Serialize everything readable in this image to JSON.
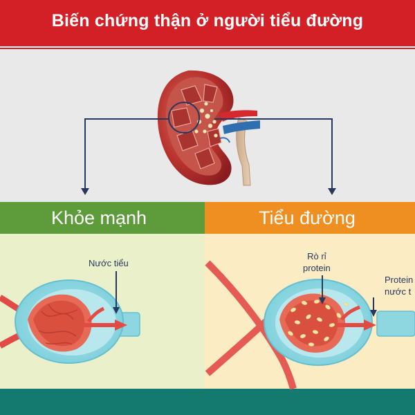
{
  "header": {
    "title": "Biến chứng thận ở người tiểu đường"
  },
  "panels": {
    "healthy": {
      "label": "Khỏe mạnh",
      "annotation": "Nước tiểu"
    },
    "diabetic": {
      "label": "Tiểu đường",
      "annotation_leak_line1": "Rò rỉ",
      "annotation_leak_line2": "protein",
      "annotation_protein_line1": "Protein",
      "annotation_protein_line2": "nước t"
    }
  },
  "colors": {
    "header_red": "#d32027",
    "healthy_green": "#5e9b3a",
    "diabetic_orange": "#f08f21",
    "footer_teal": "#147a70",
    "arrow_navy": "#27385e"
  }
}
